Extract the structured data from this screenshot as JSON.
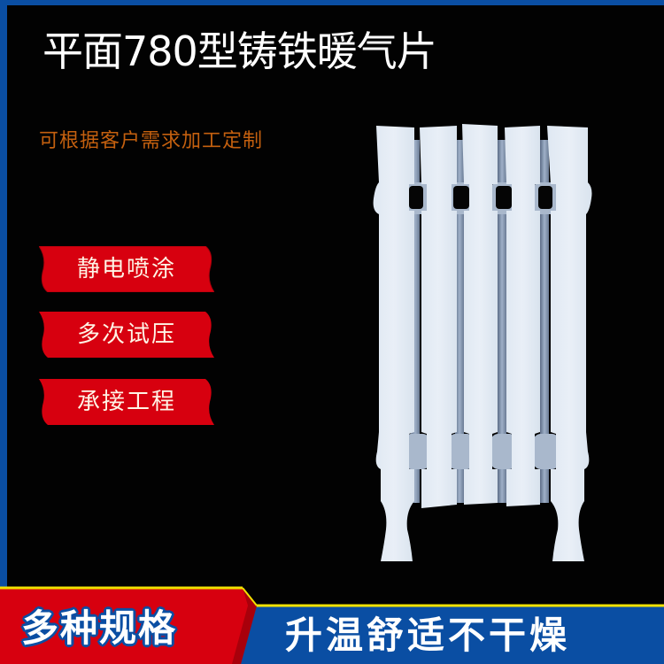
{
  "header": {
    "title": "平面780型铸铁暖气片",
    "subtitle": "可根据客户需求加工定制"
  },
  "features": [
    {
      "label": "静电喷涂"
    },
    {
      "label": "多次试压"
    },
    {
      "label": "承接工程"
    }
  ],
  "product_image": {
    "icon": "cast-iron-radiator",
    "fin_count": 5
  },
  "footer": {
    "left_banner": "多种规格",
    "right_banner": "升温舒适不干燥"
  },
  "colors": {
    "border_blue": "#0a4ea3",
    "badge_red": "#d7000f",
    "subtitle_orange": "#c4600f",
    "banner_yellow": "#f2e200",
    "radiator_white": "#e3ebf4"
  }
}
